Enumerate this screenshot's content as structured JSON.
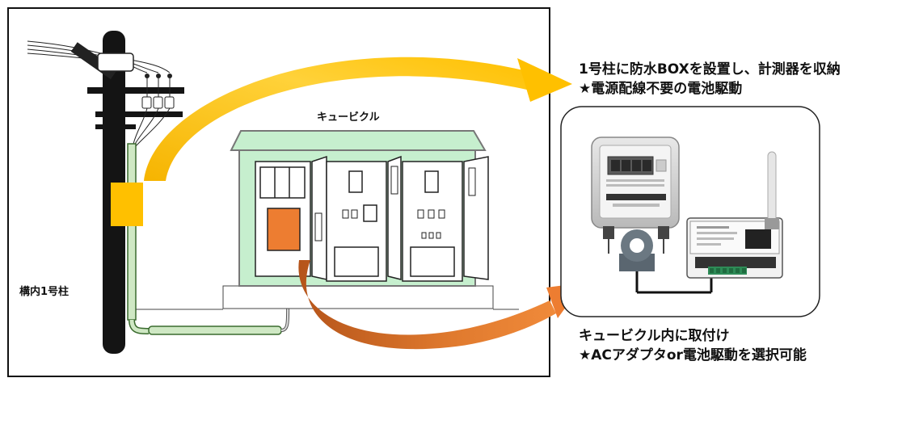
{
  "labels": {
    "pole": "構内1号柱",
    "cubicle": "キュービクル"
  },
  "notes": {
    "pole_line1": "1号柱に防水BOXを設置し、計測器を収納",
    "pole_line2": "★電源配線不要の電池駆動",
    "cubicle_line1": "キュービクル内に取付け",
    "cubicle_line2": "★ACアダプタor電池駆動を選択可能"
  },
  "colors": {
    "waterproof_box": "#ffc000",
    "cubicle_body": "#c6efce",
    "meter_box": "#ed7d31",
    "arrow_yellow": "#f2b705",
    "arrow_orange": "#d2691e",
    "pole": "#141414"
  }
}
